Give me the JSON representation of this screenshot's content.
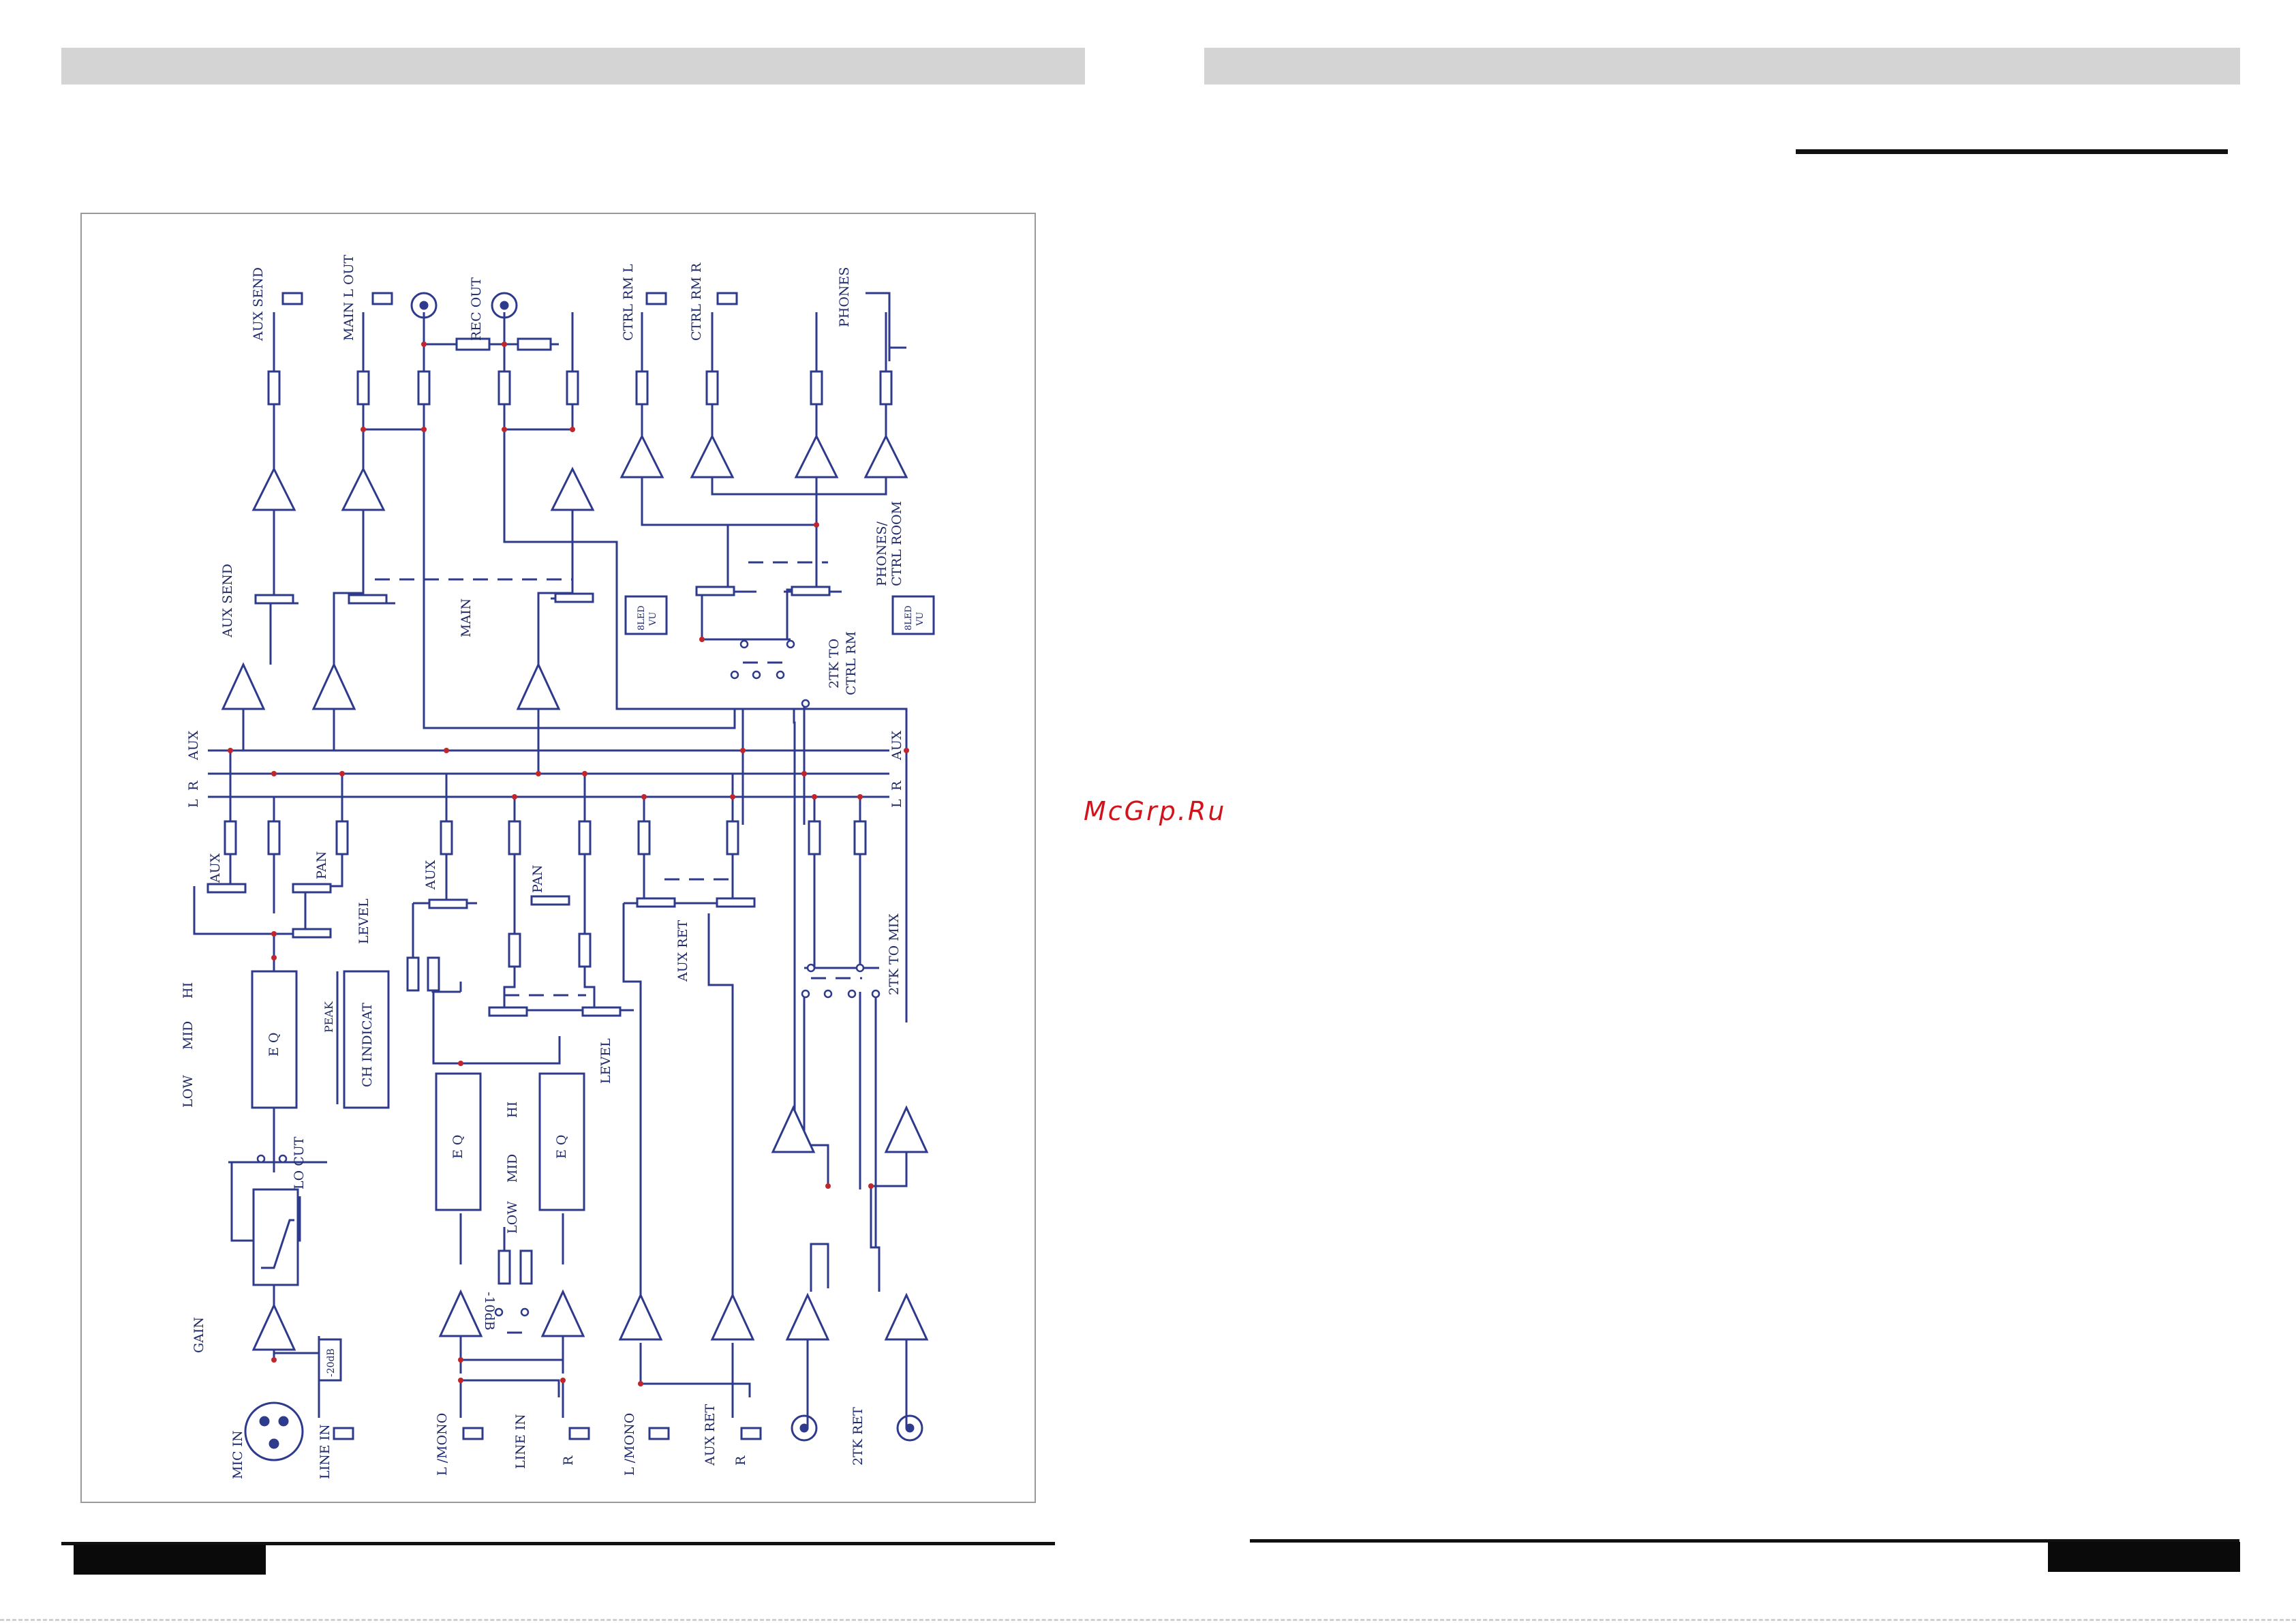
{
  "watermark": "McGrp.Ru",
  "colors": {
    "wire": "#2e3a8c",
    "node": "#c0262c",
    "header_bar": "#d4d4d4",
    "watermark": "#d0141b"
  },
  "labels": {
    "aux_send_jack": "AUX SEND",
    "main_l_out": "MAIN L OUT",
    "rec_out": "REC OUT",
    "ctrl_rm_l": "CTRL RM L",
    "ctrl_rm_r": "CTRL RM R",
    "phones": "PHONES",
    "aux_send_pot": "AUX SEND",
    "main_pot": "MAIN",
    "phones_ctrl_room_1": "PHONES/",
    "phones_ctrl_room_2": "CTRL ROOM",
    "vu_left_1": "8LED",
    "vu_left_2": "VU",
    "vu_right_1": "8LED",
    "vu_right_2": "VU",
    "twotk_to_ctrl_rm_1": "2TK TO",
    "twotk_to_ctrl_rm_2": "CTRL RM",
    "bus_aux_left": "AUX",
    "bus_r_left": "R",
    "bus_l_left": "L",
    "bus_aux_right": "AUX",
    "bus_r_right": "R",
    "bus_l_right": "L",
    "mono_aux": "AUX",
    "mono_pan": "PAN",
    "mono_level": "LEVEL",
    "eq_hi": "HI",
    "eq_mid": "MID",
    "eq_low": "LOW",
    "eq": "E Q",
    "peak": "PEAK",
    "ch_indicat": "CH INDICAT",
    "lo_cut": "LO CUT",
    "gain": "GAIN",
    "pad_20db": "-20dB",
    "mic_in": "MIC IN",
    "line_in_mono": "LINE IN",
    "st_aux": "AUX",
    "st_pan": "PAN",
    "st_level": "LEVEL",
    "st_eq_left": "E Q",
    "st_eq_right": "E Q",
    "st_hi": "HI",
    "st_mid": "MID",
    "st_low": "LOW",
    "pad_10db": "-10dB",
    "l_mono_1": "L /MONO",
    "line_in_st": "LINE IN",
    "r_1": "R",
    "aux_ret_pot": "AUX RET",
    "l_mono_2": "L /MONO",
    "aux_ret": "AUX RET",
    "r_2": "R",
    "twotk_to_mix": "2TK TO MIX",
    "twotk_ret": "2TK RET"
  }
}
